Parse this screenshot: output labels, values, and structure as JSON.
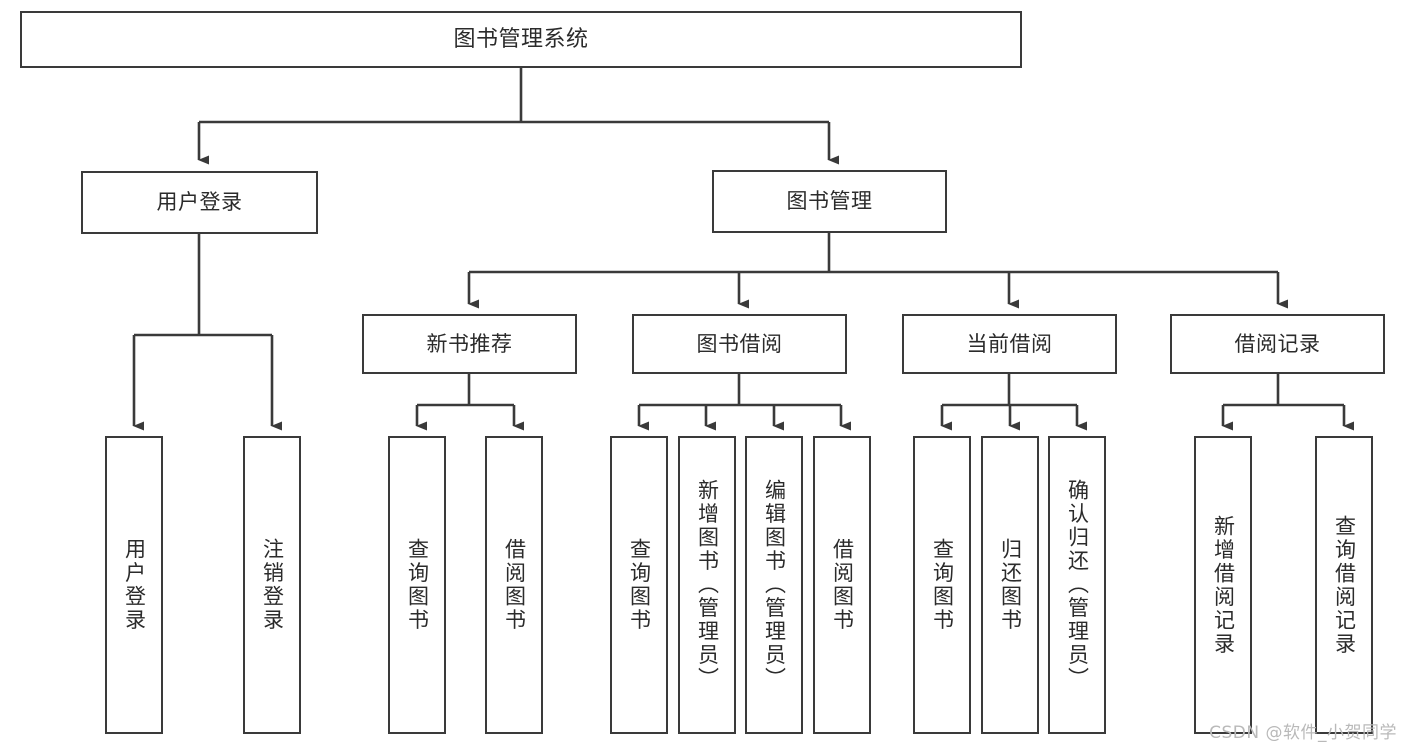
{
  "chart_data": {
    "type": "diagram",
    "title": "图书管理系统",
    "diagram_kind": "tree / hierarchy flowchart",
    "orientation": "top-down",
    "edge_style": "orthogonal elbow with arrowheads",
    "nodes": [
      {
        "id": "root",
        "label": "图书管理系统",
        "level": 0,
        "text_orientation": "horizontal"
      },
      {
        "id": "login",
        "label": "用户登录",
        "level": 1,
        "text_orientation": "horizontal"
      },
      {
        "id": "bookmgmt",
        "label": "图书管理",
        "level": 1,
        "text_orientation": "horizontal"
      },
      {
        "id": "newbook",
        "label": "新书推荐",
        "level": 2,
        "text_orientation": "horizontal"
      },
      {
        "id": "borrow",
        "label": "图书借阅",
        "level": 2,
        "text_orientation": "horizontal"
      },
      {
        "id": "current",
        "label": "当前借阅",
        "level": 2,
        "text_orientation": "horizontal"
      },
      {
        "id": "records",
        "label": "借阅记录",
        "level": 2,
        "text_orientation": "horizontal"
      },
      {
        "id": "leaf1",
        "label": "用户登录",
        "level": 3,
        "text_orientation": "vertical"
      },
      {
        "id": "leaf2",
        "label": "注销登录",
        "level": 3,
        "text_orientation": "vertical"
      },
      {
        "id": "leaf3",
        "label": "查询图书",
        "level": 3,
        "text_orientation": "vertical"
      },
      {
        "id": "leaf4",
        "label": "借阅图书",
        "level": 3,
        "text_orientation": "vertical"
      },
      {
        "id": "leaf5",
        "label": "查询图书",
        "level": 3,
        "text_orientation": "vertical"
      },
      {
        "id": "leaf6",
        "label": "新增图书（管理员）",
        "level": 3,
        "text_orientation": "vertical"
      },
      {
        "id": "leaf7",
        "label": "编辑图书（管理员）",
        "level": 3,
        "text_orientation": "vertical"
      },
      {
        "id": "leaf8",
        "label": "借阅图书",
        "level": 3,
        "text_orientation": "vertical"
      },
      {
        "id": "leaf9",
        "label": "查询图书",
        "level": 3,
        "text_orientation": "vertical"
      },
      {
        "id": "leaf10",
        "label": "归还图书",
        "level": 3,
        "text_orientation": "vertical"
      },
      {
        "id": "leaf11",
        "label": "确认归还（管理员）",
        "level": 3,
        "text_orientation": "vertical"
      },
      {
        "id": "leaf12",
        "label": "新增借阅记录",
        "level": 3,
        "text_orientation": "vertical"
      },
      {
        "id": "leaf13",
        "label": "查询借阅记录",
        "level": 3,
        "text_orientation": "vertical"
      }
    ],
    "edges": [
      {
        "from": "root",
        "to": "login"
      },
      {
        "from": "root",
        "to": "bookmgmt"
      },
      {
        "from": "bookmgmt",
        "to": "newbook"
      },
      {
        "from": "bookmgmt",
        "to": "borrow"
      },
      {
        "from": "bookmgmt",
        "to": "current"
      },
      {
        "from": "bookmgmt",
        "to": "records"
      },
      {
        "from": "login",
        "to": "leaf1"
      },
      {
        "from": "login",
        "to": "leaf2"
      },
      {
        "from": "newbook",
        "to": "leaf3"
      },
      {
        "from": "newbook",
        "to": "leaf4"
      },
      {
        "from": "borrow",
        "to": "leaf5"
      },
      {
        "from": "borrow",
        "to": "leaf6"
      },
      {
        "from": "borrow",
        "to": "leaf7"
      },
      {
        "from": "borrow",
        "to": "leaf8"
      },
      {
        "from": "current",
        "to": "leaf9"
      },
      {
        "from": "current",
        "to": "leaf10"
      },
      {
        "from": "current",
        "to": "leaf11"
      },
      {
        "from": "records",
        "to": "leaf12"
      },
      {
        "from": "records",
        "to": "leaf13"
      }
    ]
  },
  "diagram": {
    "root": {
      "label": "图书管理系统"
    },
    "level1": {
      "login": {
        "label": "用户登录"
      },
      "bookmgmt": {
        "label": "图书管理"
      }
    },
    "level2": {
      "newbook": {
        "label": "新书推荐"
      },
      "borrow": {
        "label": "图书借阅"
      },
      "current": {
        "label": "当前借阅"
      },
      "records": {
        "label": "借阅记录"
      }
    },
    "leaves": {
      "login_user": {
        "label": "用户登录"
      },
      "login_logout": {
        "label": "注销登录"
      },
      "newbook_query": {
        "label": "查询图书"
      },
      "newbook_borrow": {
        "label": "借阅图书"
      },
      "borrow_query": {
        "label": "查询图书"
      },
      "borrow_add": {
        "label": "新增图书（管理员）"
      },
      "borrow_edit": {
        "label": "编辑图书（管理员）"
      },
      "borrow_take": {
        "label": "借阅图书"
      },
      "current_query": {
        "label": "查询图书"
      },
      "current_return": {
        "label": "归还图书"
      },
      "current_confirm": {
        "label": "确认归还（管理员）"
      },
      "records_add": {
        "label": "新增借阅记录"
      },
      "records_query": {
        "label": "查询借阅记录"
      }
    }
  },
  "watermark": {
    "text": "CSDN @软件_小贺同学"
  },
  "colors": {
    "stroke": "#3a3a3a",
    "fill": "#ffffff",
    "text": "#2b2b2b",
    "watermark": "#b9b9b9"
  }
}
